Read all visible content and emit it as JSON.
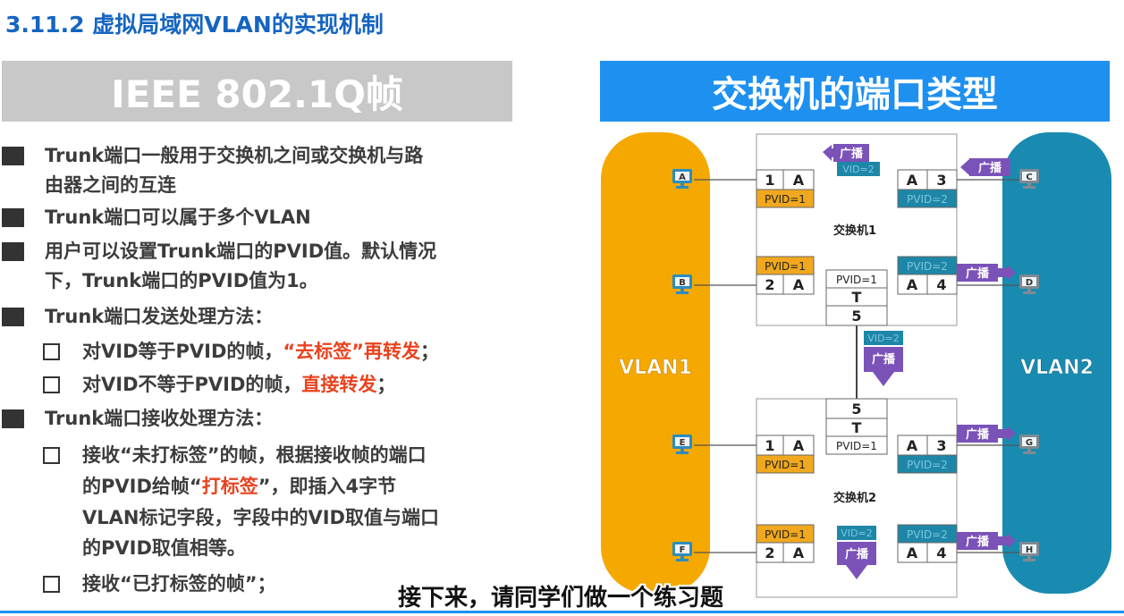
{
  "title": "3.11.2 虚拟局域网VLAN的实现机制",
  "left_banner": "IEEE 802.1Q帧",
  "right_banner": "交换机的端口类型",
  "bullets": {
    "b1_line1": "Trunk端口一般用于交换机之间或交换机与路",
    "b1_line2": "由器之间的互连",
    "b2": "Trunk端口可以属于多个VLAN",
    "b3_line1": "用户可以设置Trunk端口的PVID值。默认情况",
    "b3_line2": "下，Trunk端口的PVID值为1。",
    "b4": "Trunk端口发送处理方法：",
    "s1_pre": "对VID等于PVID的帧，",
    "s1_red": "“去标签”再转发",
    "s1_post": "；",
    "s2_pre": "对VID不等于PVID的帧，",
    "s2_red": "直接转发",
    "s2_post": "；",
    "b5": "Trunk端口接收处理方法：",
    "s3_line1": "接收“未打标签”的帧，根据接收帧的端口",
    "s3_line2_pre": "的PVID给帧“",
    "s3_line2_red": "打标签",
    "s3_line2_post": "”，即插入4字节",
    "s3_line3": "VLAN标记字段，字段中的VID取值与端口",
    "s3_line4": "的PVID取值相等。",
    "s4": "接收“已打标签的帧”；"
  },
  "subtitle": "接下来，请同学们做一个练习题",
  "diagram": {
    "vlan1": "VLAN1",
    "vlan2": "VLAN2",
    "switch1": "交换机1",
    "switch2": "交换机2",
    "hosts": [
      "A",
      "B",
      "C",
      "D",
      "E",
      "F",
      "G",
      "H"
    ],
    "port_nums": [
      "1",
      "2",
      "3",
      "4",
      "5"
    ],
    "access": "A",
    "trunk": "T",
    "pvid1": "PVID=1",
    "pvid2": "PVID=2",
    "vid2": "VID=2",
    "broadcast": "广播",
    "colors": {
      "vlan1": "#f5a800",
      "vlan2": "#1a8bb0",
      "purple": "#7b52b8",
      "orange_port": "#f0a81e",
      "teal_port": "#1e87a8"
    }
  }
}
